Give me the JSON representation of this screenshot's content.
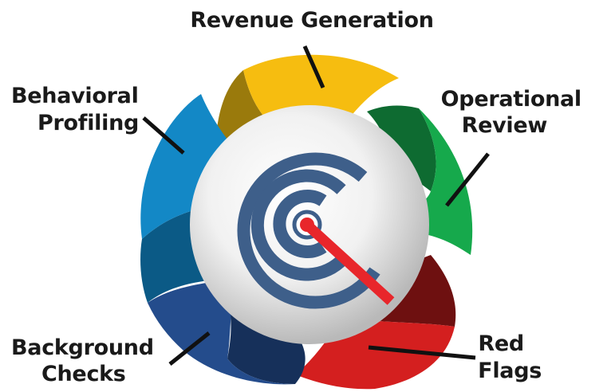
{
  "segments": [
    {
      "id": "revenue",
      "label_lines": [
        "Revenue Generation"
      ],
      "color": "#F6BD10",
      "shade": "#9A7A0C"
    },
    {
      "id": "operational",
      "label_lines": [
        "Operational",
        "Review"
      ],
      "color": "#16A94C",
      "shade": "#0E6B31"
    },
    {
      "id": "redflags",
      "label_lines": [
        "Red",
        "Flags"
      ],
      "color": "#D41F1F",
      "shade": "#6E1010"
    },
    {
      "id": "background",
      "label_lines": [
        "Background",
        "Checks"
      ],
      "color": "#244C8C",
      "shade": "#16305A"
    },
    {
      "id": "behavioral",
      "label_lines": [
        "Behavioral",
        "Profiling"
      ],
      "color": "#1388C6",
      "shade": "#0B5A86"
    }
  ],
  "center_logo": {
    "ring_color": "#3E5F8A",
    "pointer_color": "#E8262B"
  }
}
